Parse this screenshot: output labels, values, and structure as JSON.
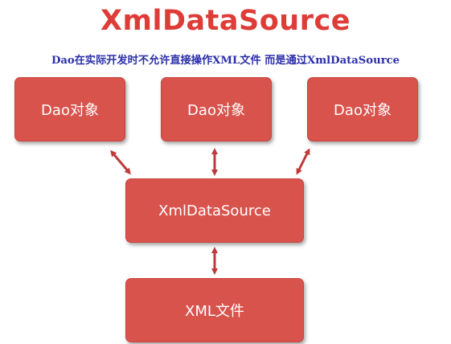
{
  "title": "XmlDataSource",
  "subtitle": "Dao在实际开发时不允许直接操作XML文件 而是通过XmlDataSource",
  "boxes": {
    "dao_left": "Dao对象",
    "dao_middle": "Dao对象",
    "dao_right": "Dao对象",
    "xml_data_source": "XmlDataSource",
    "xml_file": "XML文件"
  },
  "colors": {
    "title": "#de3c37",
    "subtitle": "#2b2fa8",
    "box_fill": "#d9534d",
    "box_text": "#ffffff",
    "arrow": "#c0393a"
  }
}
